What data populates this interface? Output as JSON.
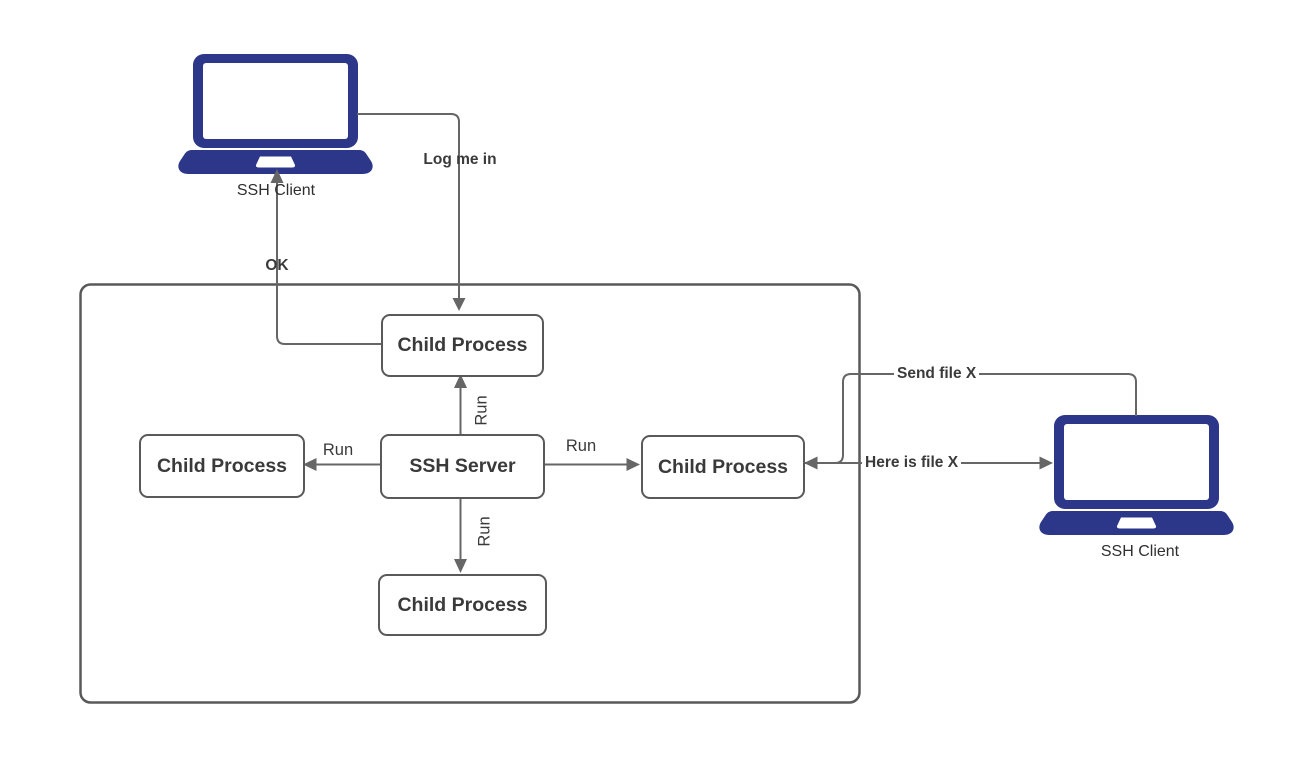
{
  "diagram": {
    "title": "SSH client-server process diagram",
    "background": "#ffffff",
    "colors": {
      "laptop_fill": "#2c3789",
      "connector": "#666666",
      "box_border": "#595959",
      "box_fill": "#ffffff",
      "text": "#3a3a3a"
    },
    "nodes": {
      "ssh_client_left": {
        "label": "SSH Client",
        "icon": "laptop-icon"
      },
      "ssh_client_right": {
        "label": "SSH Client",
        "icon": "laptop-icon"
      },
      "child_process_top": {
        "label": "Child Process"
      },
      "child_process_left": {
        "label": "Child Process"
      },
      "ssh_server": {
        "label": "SSH Server"
      },
      "child_process_right": {
        "label": "Child Process"
      },
      "child_process_bottom": {
        "label": "Child Process"
      }
    },
    "edges": {
      "log_me_in": {
        "label": "Log me in",
        "from": "ssh_client_left",
        "to": "child_process_top"
      },
      "ok": {
        "label": "OK",
        "from": "child_process_top",
        "to": "ssh_client_left"
      },
      "run_up": {
        "label": "Run",
        "from": "ssh_server",
        "to": "child_process_top"
      },
      "run_left": {
        "label": "Run",
        "from": "ssh_server",
        "to": "child_process_left"
      },
      "run_right": {
        "label": "Run",
        "from": "ssh_server",
        "to": "child_process_right"
      },
      "run_down": {
        "label": "Run",
        "from": "ssh_server",
        "to": "child_process_bottom"
      },
      "send_file_x": {
        "label": "Send file X",
        "from": "ssh_client_right",
        "to": "child_process_right"
      },
      "here_is_file_x": {
        "label": "Here is file X",
        "from": "child_process_right",
        "to": "ssh_client_right"
      }
    }
  }
}
